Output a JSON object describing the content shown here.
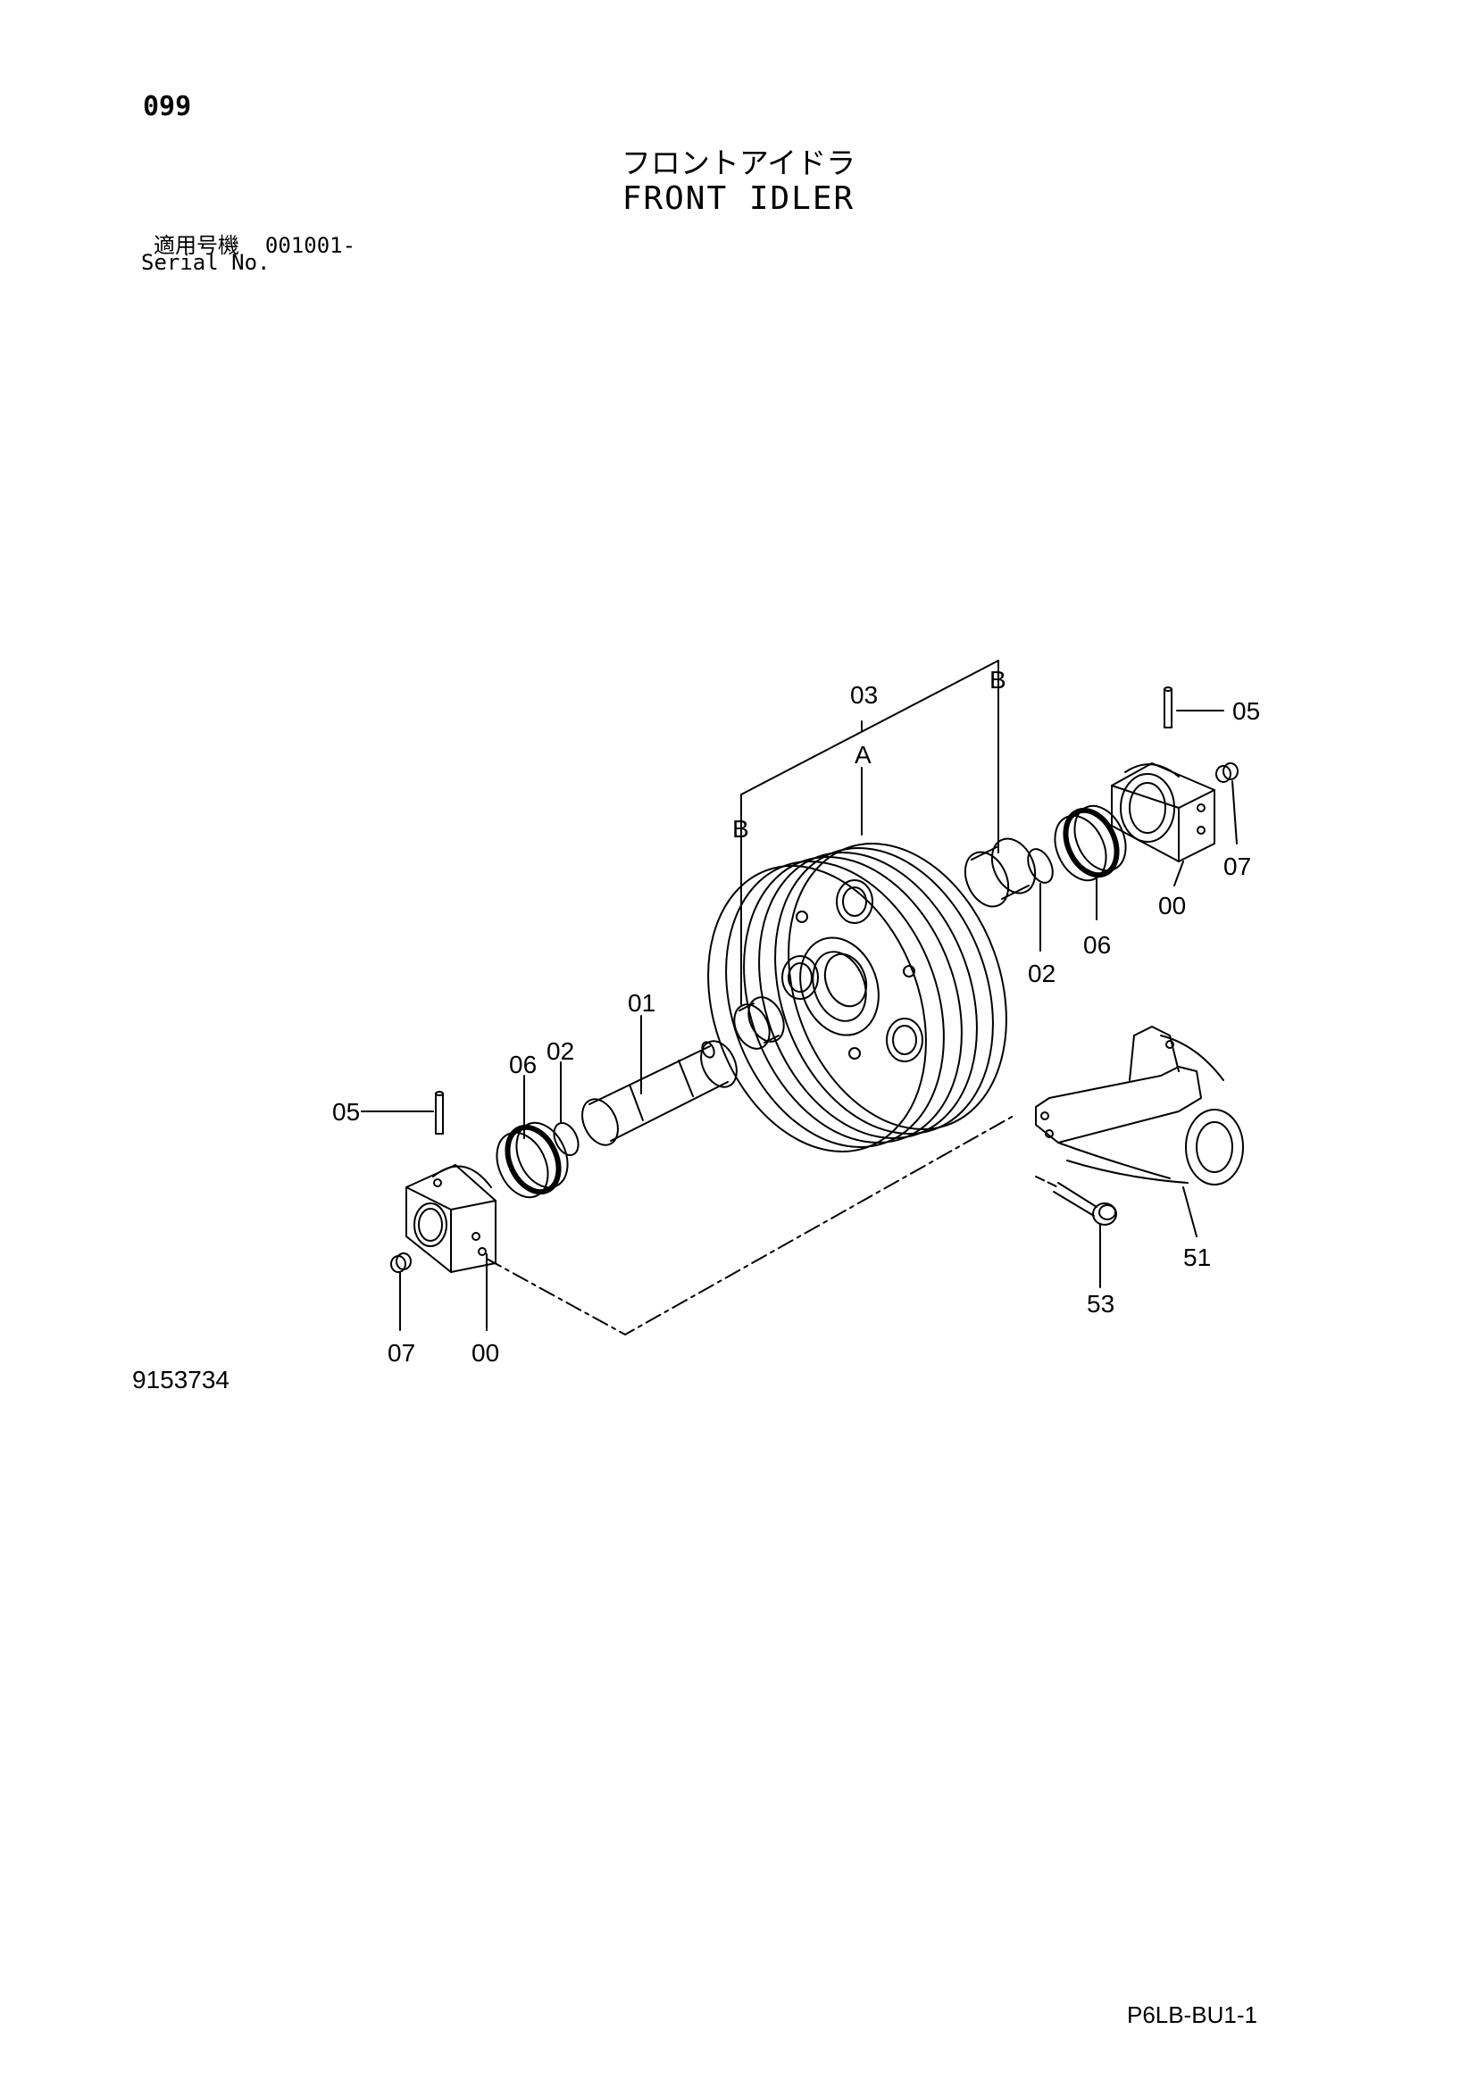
{
  "header": {
    "page_number": "099",
    "title_jp": "フロントアイドラ",
    "title_en": "FRONT IDLER",
    "serial_label_jp": "適用号機",
    "serial_value": "001001-",
    "serial_label_en": "Serial No."
  },
  "diagram": {
    "callouts": {
      "pin_left": "05",
      "seal_left": "06",
      "oring_left": "02",
      "shaft": "01",
      "idler_group": "03",
      "idler_wheel": "A",
      "bushing_left": "B",
      "bushing_right": "B",
      "oring_right": "02",
      "seal_right": "06",
      "pin_right": "05",
      "plug_right": "07",
      "support_right": "00",
      "plug_left": "07",
      "support_left": "00",
      "bracket": "51",
      "bolt": "53"
    }
  },
  "footer": {
    "figure_number": "9153734",
    "page_code": "P6LB-BU1-1"
  }
}
